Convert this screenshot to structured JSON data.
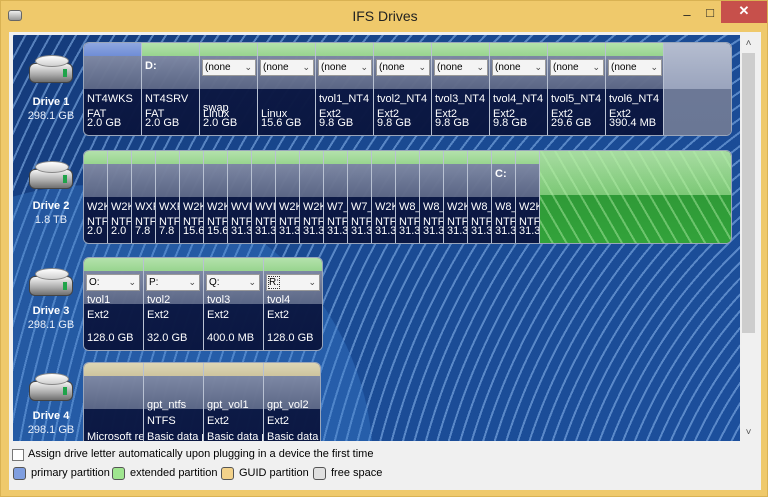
{
  "window": {
    "title": "IFS Drives",
    "controls": {
      "minimize": "–",
      "maximize": "□",
      "close": "✕"
    }
  },
  "drives": [
    {
      "name": "Drive 1",
      "size": "298.1 GB",
      "partitions": [
        {
          "type": "primary",
          "letter": "",
          "label": "NT4WKS",
          "fs": "FAT",
          "extra": "",
          "size": "2.0 GB"
        },
        {
          "type": "extended",
          "letter": "D:",
          "label": "NT4SRV",
          "fs": "FAT",
          "extra": "",
          "size": "2.0 GB"
        },
        {
          "type": "extended",
          "select": "(none",
          "label": "",
          "fs": "Linux",
          "extra": "swap",
          "size": "2.0 GB"
        },
        {
          "type": "extended",
          "select": "(none",
          "label": "",
          "fs": "Linux",
          "extra": "",
          "size": "15.6 GB"
        },
        {
          "type": "extended",
          "select": "(none",
          "label": "tvol1_NT4",
          "fs": "Ext2",
          "extra": "",
          "size": "9.8 GB"
        },
        {
          "type": "extended",
          "select": "(none",
          "label": "tvol2_NT4",
          "fs": "Ext2",
          "extra": "",
          "size": "9.8 GB"
        },
        {
          "type": "extended",
          "select": "(none",
          "label": "tvol3_NT4",
          "fs": "Ext2",
          "extra": "",
          "size": "9.8 GB"
        },
        {
          "type": "extended",
          "select": "(none",
          "label": "tvol4_NT4",
          "fs": "Ext2",
          "extra": "",
          "size": "9.8 GB"
        },
        {
          "type": "extended",
          "select": "(none",
          "label": "tvol5_NT4",
          "fs": "Ext2",
          "extra": "",
          "size": "29.6 GB"
        },
        {
          "type": "extended",
          "select": "(none",
          "label": "tvol6_NT4",
          "fs": "Ext2",
          "extra": "",
          "size": "390.4 MB"
        }
      ]
    },
    {
      "name": "Drive 2",
      "size": "1.8 TB",
      "partitions": [
        {
          "type": "extended",
          "letter": "",
          "label": "W2K",
          "fs": "NTF",
          "size": "2.0"
        },
        {
          "type": "extended",
          "letter": "",
          "label": "W2K",
          "fs": "NTF",
          "size": "2.0"
        },
        {
          "type": "extended",
          "letter": "",
          "label": "WXP",
          "fs": "NTF",
          "size": "7.8"
        },
        {
          "type": "extended",
          "letter": "",
          "label": "WXP",
          "fs": "NTF",
          "size": "7.8"
        },
        {
          "type": "extended",
          "letter": "",
          "label": "W2K",
          "fs": "NTF",
          "size": "15.6"
        },
        {
          "type": "extended",
          "letter": "",
          "label": "W2K",
          "fs": "NTF",
          "size": "15.6"
        },
        {
          "type": "extended",
          "letter": "",
          "label": "WVI",
          "fs": "NTF",
          "size": "31.3"
        },
        {
          "type": "extended",
          "letter": "",
          "label": "WVI",
          "fs": "NTF",
          "size": "31.3"
        },
        {
          "type": "extended",
          "letter": "",
          "label": "W2K",
          "fs": "NTF",
          "size": "31.3"
        },
        {
          "type": "extended",
          "letter": "",
          "label": "W2K",
          "fs": "NTF",
          "size": "31.3"
        },
        {
          "type": "extended",
          "letter": "",
          "label": "W7_",
          "fs": "NTF",
          "size": "31.3"
        },
        {
          "type": "extended",
          "letter": "",
          "label": "W7_",
          "fs": "NTF",
          "size": "31.3"
        },
        {
          "type": "extended",
          "letter": "",
          "label": "W2K",
          "fs": "NTF",
          "size": "31.3"
        },
        {
          "type": "extended",
          "letter": "",
          "label": "W8_",
          "fs": "NTF",
          "size": "31.3"
        },
        {
          "type": "extended",
          "letter": "",
          "label": "W8_",
          "fs": "NTF",
          "size": "31.3"
        },
        {
          "type": "extended",
          "letter": "",
          "label": "W2K",
          "fs": "NTF",
          "size": "31.3"
        },
        {
          "type": "extended",
          "letter": "",
          "label": "W8_",
          "fs": "NTF",
          "size": "31.3"
        },
        {
          "type": "extended",
          "letter": "C:",
          "label": "W8_",
          "fs": "NTF",
          "size": "31.3"
        },
        {
          "type": "extended",
          "letter": "",
          "label": "W2K",
          "fs": "NTF",
          "size": "31.3"
        }
      ]
    },
    {
      "name": "Drive 3",
      "size": "298.1 GB",
      "partitions": [
        {
          "type": "extended",
          "select": "O:",
          "label": "tvol1",
          "fs": "Ext2",
          "size": "128.0 GB"
        },
        {
          "type": "extended",
          "select": "P:",
          "label": "tvol2",
          "fs": "Ext2",
          "size": "32.0 GB"
        },
        {
          "type": "extended",
          "select": "Q:",
          "label": "tvol3",
          "fs": "Ext2",
          "size": "400.0 MB"
        },
        {
          "type": "extended",
          "select": "R:",
          "label": "tvol4",
          "fs": "Ext2",
          "size": "128.0 GB"
        }
      ]
    },
    {
      "name": "Drive 4",
      "size": "298.1 GB",
      "partitions": [
        {
          "type": "guid",
          "label": "",
          "fs": "",
          "desc": "Microsoft re"
        },
        {
          "type": "guid",
          "label": "gpt_ntfs",
          "fs": "NTFS",
          "desc": "Basic data p"
        },
        {
          "type": "guid",
          "label": "gpt_vol1",
          "fs": "Ext2",
          "desc": "Basic data p"
        },
        {
          "type": "guid",
          "label": "gpt_vol2",
          "fs": "Ext2",
          "desc": "Basic data"
        }
      ]
    }
  ],
  "options": {
    "auto_assign_label": "Assign drive letter automatically upon plugging in a device the first time",
    "auto_assign_checked": false
  },
  "legend": [
    {
      "label": "primary partition",
      "color": "#7f9ee0"
    },
    {
      "label": "extended partition",
      "color": "#9fe58f"
    },
    {
      "label": "GUID partition",
      "color": "#f3d28a"
    },
    {
      "label": "free space",
      "color": "#e0e0e0"
    }
  ],
  "scrollbar": {
    "up": "˄",
    "down": "˅"
  }
}
